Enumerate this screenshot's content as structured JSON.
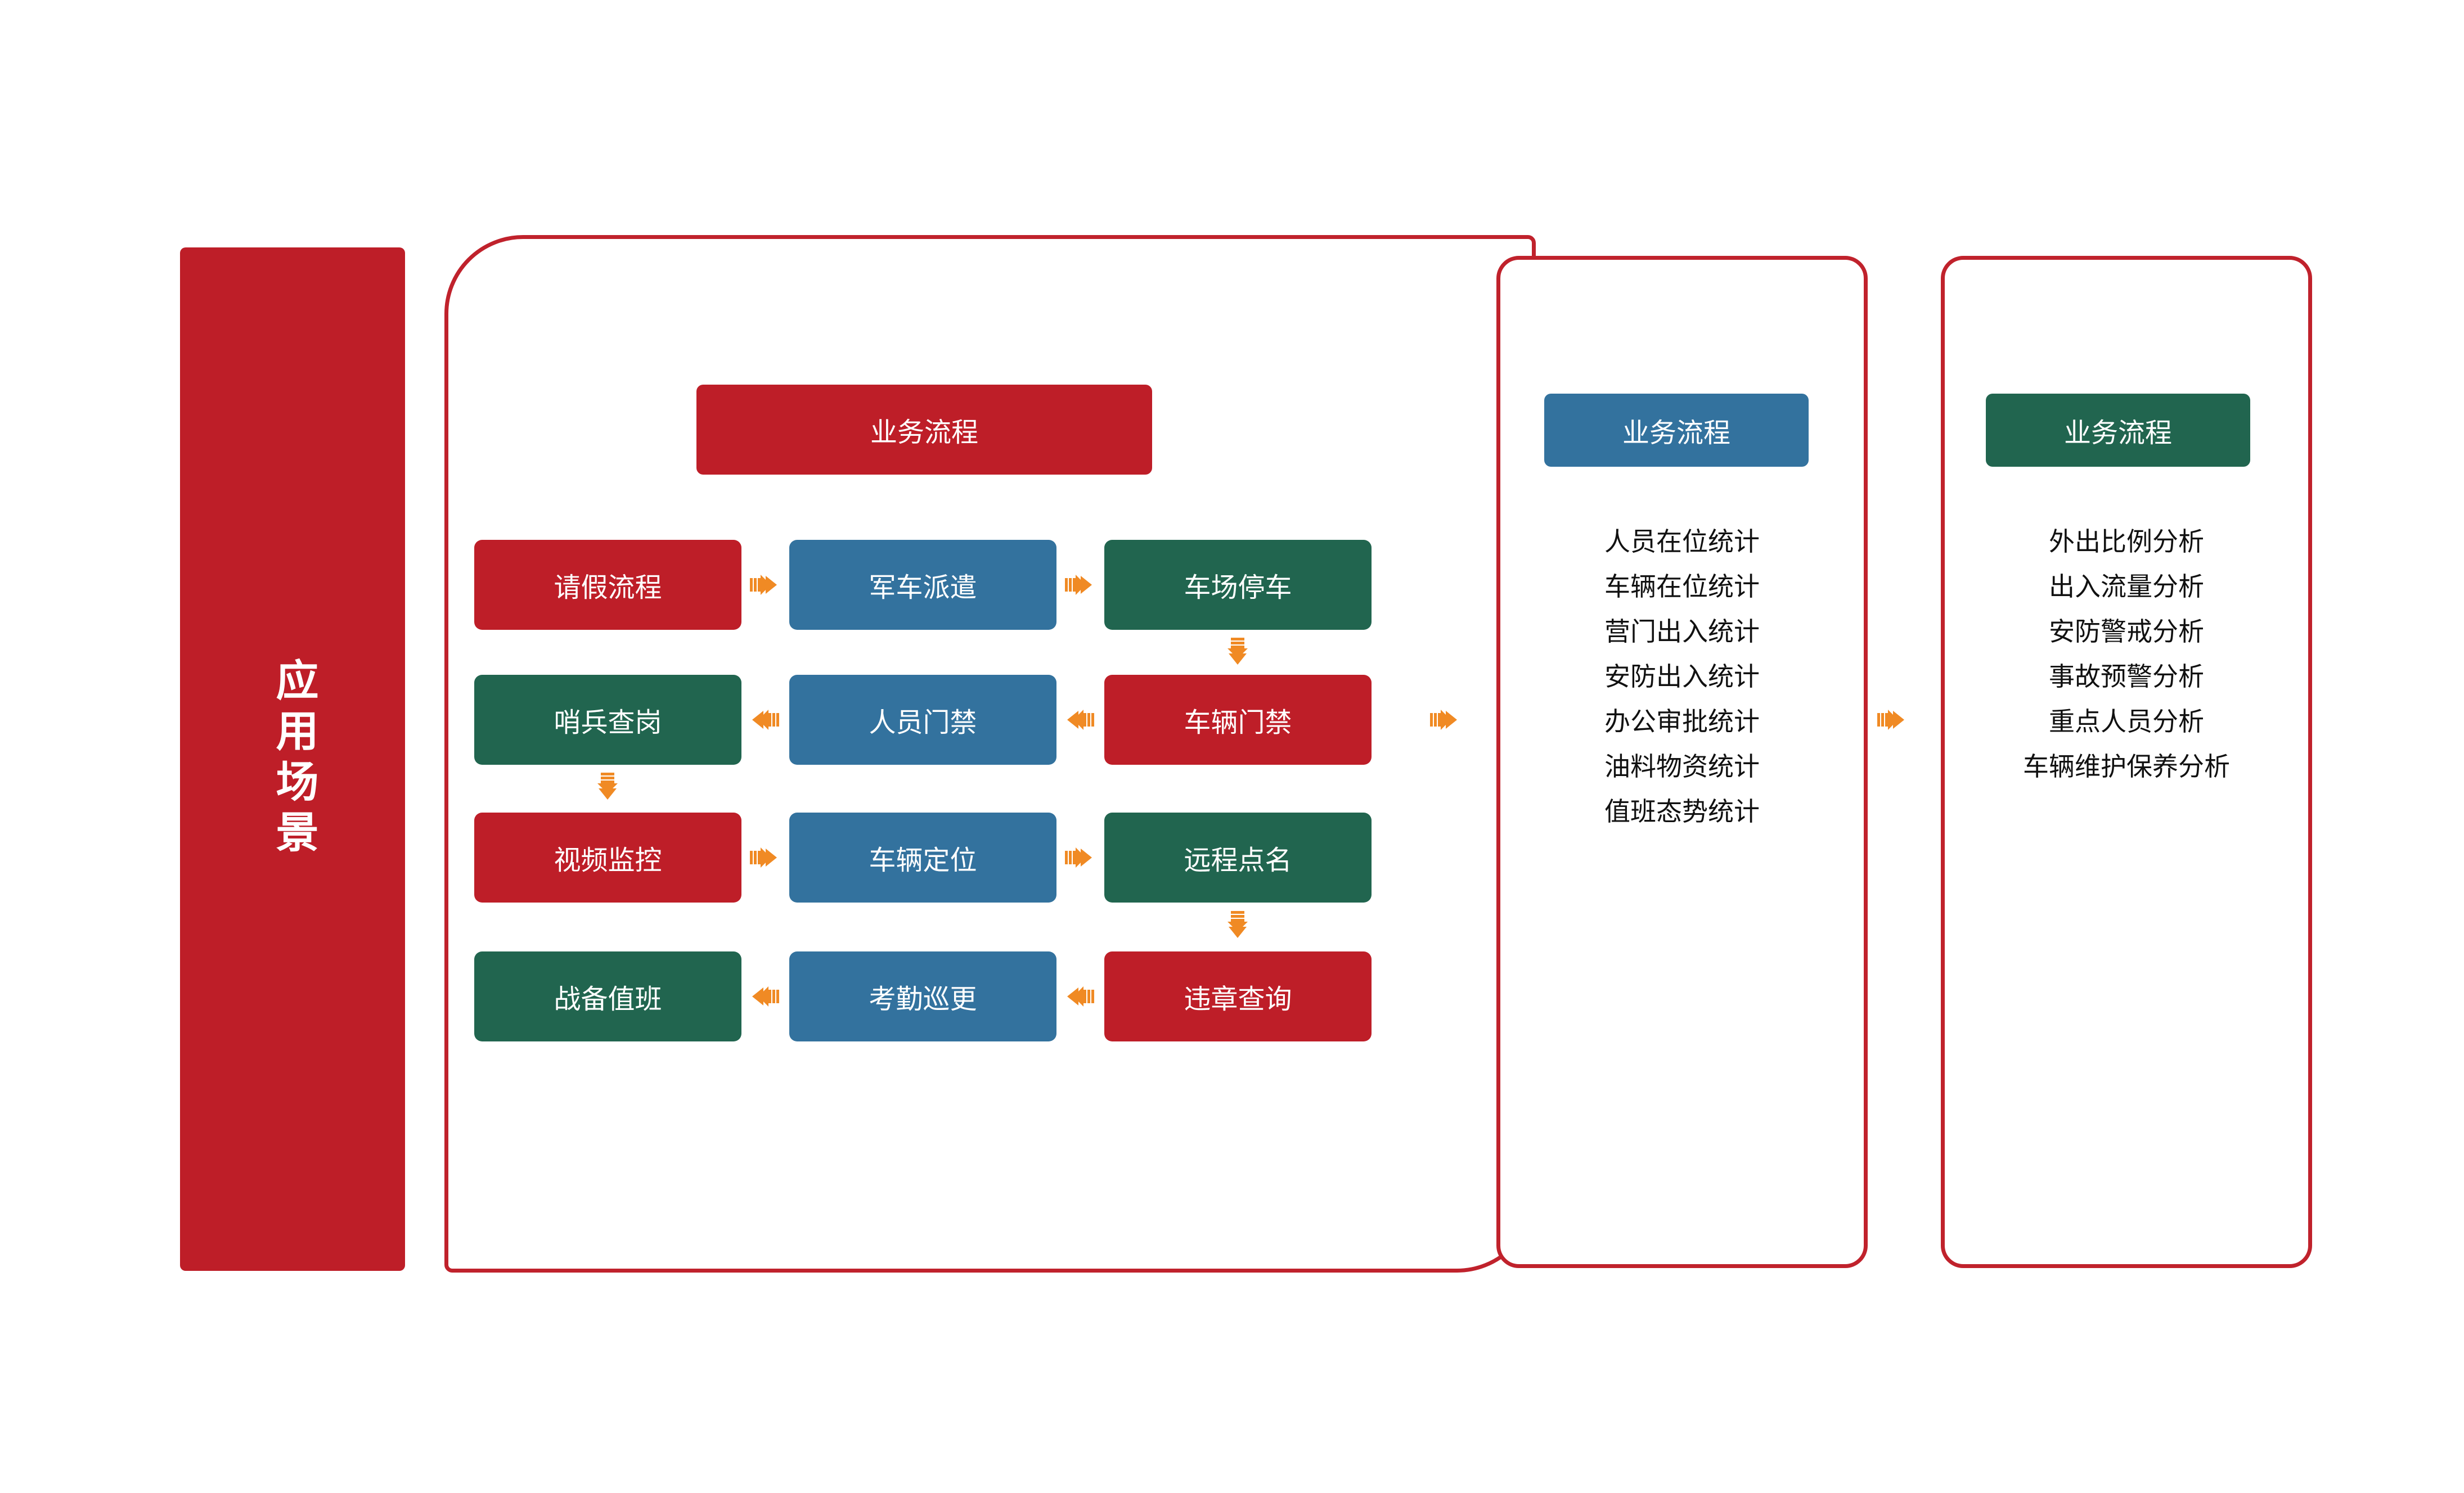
{
  "colors": {
    "red": "#be1e28",
    "blue": "#33729e",
    "green": "#21654f",
    "arrow_orange": "#f08a24",
    "panel_outline": "#c0222c",
    "text_dark": "#111111"
  },
  "scenario_banner": {
    "label": "应用场景"
  },
  "main_panel": {
    "header": "业务流程",
    "flow_rows": [
      {
        "direction": "right",
        "boxes": [
          {
            "label": "请假流程",
            "color": "red"
          },
          {
            "label": "军车派遣",
            "color": "blue"
          },
          {
            "label": "车场停车",
            "color": "green"
          }
        ]
      },
      {
        "direction": "left",
        "boxes": [
          {
            "label": "哨兵查岗",
            "color": "green"
          },
          {
            "label": "人员门禁",
            "color": "blue"
          },
          {
            "label": "车辆门禁",
            "color": "red"
          }
        ]
      },
      {
        "direction": "right",
        "boxes": [
          {
            "label": "视频监控",
            "color": "red"
          },
          {
            "label": "车辆定位",
            "color": "blue"
          },
          {
            "label": "远程点名",
            "color": "green"
          }
        ]
      },
      {
        "direction": "left",
        "boxes": [
          {
            "label": "战备值班",
            "color": "green"
          },
          {
            "label": "考勤巡更",
            "color": "blue"
          },
          {
            "label": "违章查询",
            "color": "red"
          }
        ]
      }
    ]
  },
  "stats_panel": {
    "header": "业务流程",
    "items": [
      "人员在位统计",
      "车辆在位统计",
      "营门出入统计",
      "安防出入统计",
      "办公审批统计",
      "油料物资统计",
      "值班态势统计"
    ]
  },
  "analysis_panel": {
    "header": "业务流程",
    "items": [
      "外出比例分析",
      "出入流量分析",
      "安防警戒分析",
      "事故预警分析",
      "重点人员分析",
      "车辆维护保养分析"
    ]
  }
}
